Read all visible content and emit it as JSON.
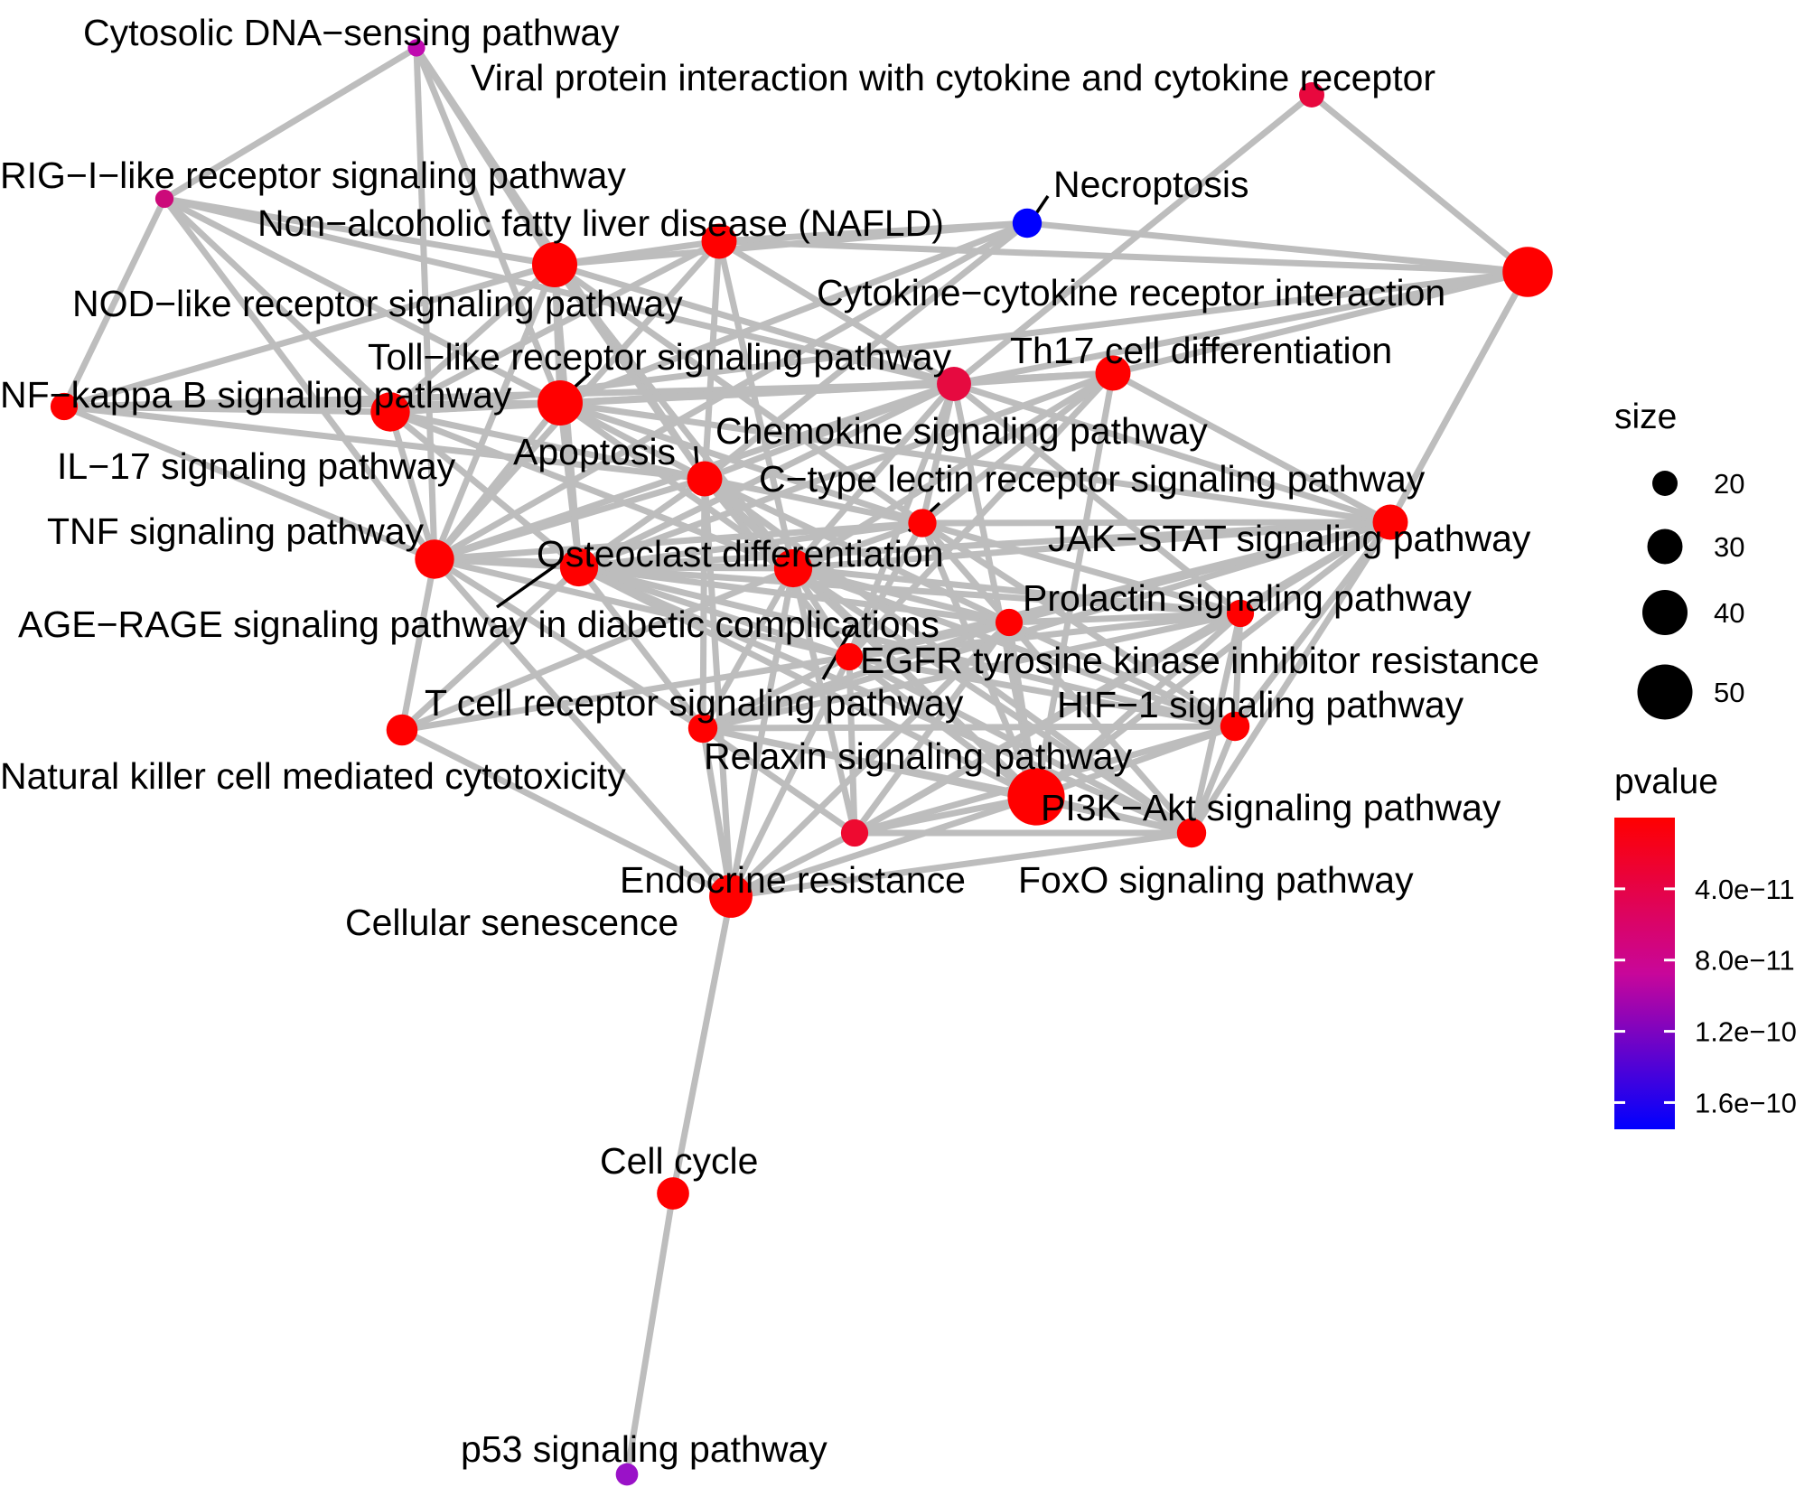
{
  "nodes": [
    {
      "id": "cyto_dna",
      "label": "Cytosolic DNA−sensing pathway",
      "size": 12,
      "color": "#c00ab0"
    },
    {
      "id": "viral",
      "label": "Viral protein interaction with cytokine and cytokine receptor",
      "size": 20,
      "color": "#e8083e"
    },
    {
      "id": "rigi",
      "label": "RIG−I−like receptor signaling pathway",
      "size": 13,
      "color": "#cc0a7a"
    },
    {
      "id": "nafld",
      "label": "Non−alcoholic fatty liver disease (NAFLD)",
      "size": 30,
      "color": "#ff0000"
    },
    {
      "id": "necro",
      "label": "Necroptosis",
      "size": 24,
      "color": "#0000ff"
    },
    {
      "id": "nod",
      "label": "NOD−like receptor signaling pathway",
      "size": 40,
      "color": "#ff0000"
    },
    {
      "id": "cytokine",
      "label": "Cytokine−cytokine receptor interaction",
      "size": 45,
      "color": "#ff0000"
    },
    {
      "id": "toll",
      "label": "Toll−like receptor signaling pathway",
      "size": 40,
      "color": "#ff0000"
    },
    {
      "id": "th17",
      "label": "Th17 cell differentiation",
      "size": 30,
      "color": "#ff0000"
    },
    {
      "id": "nfkb",
      "label": "NF−kappa B signaling pathway",
      "size": 22,
      "color": "#ff0000"
    },
    {
      "id": "chemokine",
      "label": "Chemokine signaling pathway",
      "size": 29,
      "color": "#e60a40"
    },
    {
      "id": "il17",
      "label": "IL−17 signaling pathway",
      "size": 34,
      "color": "#ff0000"
    },
    {
      "id": "apoptosis",
      "label": "Apoptosis",
      "size": 30,
      "color": "#ff0000"
    },
    {
      "id": "ctype",
      "label": "C−type lectin receptor signaling pathway",
      "size": 23,
      "color": "#ff0000"
    },
    {
      "id": "tnf",
      "label": "TNF signaling pathway",
      "size": 34,
      "color": "#ff0000"
    },
    {
      "id": "jakstat",
      "label": "JAK−STAT signaling pathway",
      "size": 30,
      "color": "#ff0000"
    },
    {
      "id": "osteo",
      "label": "Osteoclast differentiation",
      "size": 33,
      "color": "#ff0000"
    },
    {
      "id": "agerage",
      "label": "AGE−RAGE signaling pathway in diabetic complications",
      "size": 33,
      "color": "#ff0000"
    },
    {
      "id": "prolactin",
      "label": "Prolactin signaling pathway",
      "size": 22,
      "color": "#ff0000"
    },
    {
      "id": "egfr",
      "label": "EGFR tyrosine kinase inhibitor resistance",
      "size": 22,
      "color": "#ff0000"
    },
    {
      "id": "tcell",
      "label": "T cell receptor signaling pathway",
      "size": 22,
      "color": "#ff0000"
    },
    {
      "id": "hif1",
      "label": "HIF−1 signaling pathway",
      "size": 24,
      "color": "#ff0000"
    },
    {
      "id": "nk",
      "label": "Natural killer cell mediated cytotoxicity",
      "size": 26,
      "color": "#ff0000"
    },
    {
      "id": "relaxin",
      "label": "Relaxin signaling pathway",
      "size": 24,
      "color": "#ff0000"
    },
    {
      "id": "pi3k",
      "label": "PI3K−Akt signaling pathway",
      "size": 52,
      "color": "#ff0000"
    },
    {
      "id": "endocrine",
      "label": "Endocrine resistance",
      "size": 22,
      "color": "#ee0a30"
    },
    {
      "id": "foxo",
      "label": "FoxO signaling pathway",
      "size": 24,
      "color": "#ff0000"
    },
    {
      "id": "senescence",
      "label": "Cellular senescence",
      "size": 38,
      "color": "#ff0000"
    },
    {
      "id": "cellcycle",
      "label": "Cell cycle",
      "size": 27,
      "color": "#ff0000"
    },
    {
      "id": "p53",
      "label": "p53 signaling pathway",
      "size": 17,
      "color": "#9a12c8"
    }
  ],
  "edges": [
    [
      "cyto_dna",
      "rigi"
    ],
    [
      "cyto_dna",
      "nod"
    ],
    [
      "cyto_dna",
      "toll"
    ],
    [
      "cyto_dna",
      "apoptosis"
    ],
    [
      "cyto_dna",
      "tnf"
    ],
    [
      "rigi",
      "nfkb"
    ],
    [
      "rigi",
      "nod"
    ],
    [
      "rigi",
      "toll"
    ],
    [
      "rigi",
      "il17"
    ],
    [
      "rigi",
      "tnf"
    ],
    [
      "rigi",
      "chemokine"
    ],
    [
      "viral",
      "cytokine"
    ],
    [
      "viral",
      "chemokine"
    ],
    [
      "cytokine",
      "nafld"
    ],
    [
      "cytokine",
      "th17"
    ],
    [
      "cytokine",
      "jakstat"
    ],
    [
      "cytokine",
      "il17"
    ],
    [
      "cytokine",
      "chemokine"
    ],
    [
      "necro",
      "nafld"
    ],
    [
      "necro",
      "nod"
    ],
    [
      "necro",
      "toll"
    ],
    [
      "necro",
      "tnf"
    ],
    [
      "necro",
      "apoptosis"
    ],
    [
      "necro",
      "cytokine"
    ],
    [
      "nafld",
      "nod"
    ],
    [
      "nafld",
      "tnf"
    ],
    [
      "nafld",
      "apoptosis"
    ],
    [
      "nafld",
      "il17"
    ],
    [
      "nafld",
      "agerage"
    ],
    [
      "nafld",
      "chemokine"
    ],
    [
      "nfkb",
      "nod"
    ],
    [
      "nfkb",
      "toll"
    ],
    [
      "nfkb",
      "il17"
    ],
    [
      "nfkb",
      "tnf"
    ],
    [
      "nfkb",
      "chemokine"
    ],
    [
      "nfkb",
      "apoptosis"
    ],
    [
      "nod",
      "toll"
    ],
    [
      "nod",
      "il17"
    ],
    [
      "nod",
      "tnf"
    ],
    [
      "nod",
      "apoptosis"
    ],
    [
      "nod",
      "osteo"
    ],
    [
      "nod",
      "agerage"
    ],
    [
      "nod",
      "chemokine"
    ],
    [
      "nod",
      "ctype"
    ],
    [
      "toll",
      "il17"
    ],
    [
      "toll",
      "tnf"
    ],
    [
      "toll",
      "apoptosis"
    ],
    [
      "toll",
      "chemokine"
    ],
    [
      "toll",
      "ctype"
    ],
    [
      "toll",
      "osteo"
    ],
    [
      "toll",
      "agerage"
    ],
    [
      "toll",
      "th17"
    ],
    [
      "toll",
      "jakstat"
    ],
    [
      "il17",
      "tnf"
    ],
    [
      "il17",
      "apoptosis"
    ],
    [
      "il17",
      "chemokine"
    ],
    [
      "il17",
      "osteo"
    ],
    [
      "il17",
      "agerage"
    ],
    [
      "il17",
      "th17"
    ],
    [
      "tnf",
      "osteo"
    ],
    [
      "tnf",
      "agerage"
    ],
    [
      "tnf",
      "apoptosis"
    ],
    [
      "tnf",
      "chemokine"
    ],
    [
      "tnf",
      "ctype"
    ],
    [
      "tnf",
      "nk"
    ],
    [
      "tnf",
      "senescence"
    ],
    [
      "tnf",
      "relaxin"
    ],
    [
      "tnf",
      "tcell"
    ],
    [
      "chemokine",
      "th17"
    ],
    [
      "chemokine",
      "jakstat"
    ],
    [
      "chemokine",
      "ctype"
    ],
    [
      "chemokine",
      "osteo"
    ],
    [
      "chemokine",
      "agerage"
    ],
    [
      "chemokine",
      "apoptosis"
    ],
    [
      "chemokine",
      "tcell"
    ],
    [
      "chemokine",
      "pi3k"
    ],
    [
      "chemokine",
      "prolactin"
    ],
    [
      "th17",
      "jakstat"
    ],
    [
      "th17",
      "ctype"
    ],
    [
      "th17",
      "osteo"
    ],
    [
      "th17",
      "tcell"
    ],
    [
      "th17",
      "agerage"
    ],
    [
      "th17",
      "pi3k"
    ],
    [
      "apoptosis",
      "osteo"
    ],
    [
      "apoptosis",
      "agerage"
    ],
    [
      "apoptosis",
      "ctype"
    ],
    [
      "apoptosis",
      "pi3k"
    ],
    [
      "apoptosis",
      "egfr"
    ],
    [
      "apoptosis",
      "foxo"
    ],
    [
      "apoptosis",
      "senescence"
    ],
    [
      "apoptosis",
      "tcell"
    ],
    [
      "apoptosis",
      "relaxin"
    ],
    [
      "ctype",
      "osteo"
    ],
    [
      "ctype",
      "agerage"
    ],
    [
      "ctype",
      "jakstat"
    ],
    [
      "ctype",
      "tcell"
    ],
    [
      "ctype",
      "prolactin"
    ],
    [
      "ctype",
      "pi3k"
    ],
    [
      "ctype",
      "egfr"
    ],
    [
      "ctype",
      "hif1"
    ],
    [
      "osteo",
      "agerage"
    ],
    [
      "osteo",
      "tcell"
    ],
    [
      "osteo",
      "pi3k"
    ],
    [
      "osteo",
      "relaxin"
    ],
    [
      "osteo",
      "egfr"
    ],
    [
      "osteo",
      "prolactin"
    ],
    [
      "osteo",
      "jakstat"
    ],
    [
      "osteo",
      "hif1"
    ],
    [
      "osteo",
      "foxo"
    ],
    [
      "agerage",
      "tcell"
    ],
    [
      "agerage",
      "egfr"
    ],
    [
      "agerage",
      "pi3k"
    ],
    [
      "agerage",
      "relaxin"
    ],
    [
      "agerage",
      "hif1"
    ],
    [
      "agerage",
      "foxo"
    ],
    [
      "agerage",
      "senescence"
    ],
    [
      "agerage",
      "prolactin"
    ],
    [
      "agerage",
      "endocrine"
    ],
    [
      "agerage",
      "jakstat"
    ],
    [
      "agerage",
      "nk"
    ],
    [
      "jakstat",
      "prolactin"
    ],
    [
      "jakstat",
      "egfr"
    ],
    [
      "jakstat",
      "hif1"
    ],
    [
      "jakstat",
      "pi3k"
    ],
    [
      "jakstat",
      "foxo"
    ],
    [
      "jakstat",
      "tcell"
    ],
    [
      "jakstat",
      "relaxin"
    ],
    [
      "jakstat",
      "endocrine"
    ],
    [
      "jakstat",
      "cytokine"
    ],
    [
      "prolactin",
      "egfr"
    ],
    [
      "prolactin",
      "hif1"
    ],
    [
      "prolactin",
      "pi3k"
    ],
    [
      "prolactin",
      "foxo"
    ],
    [
      "prolactin",
      "relaxin"
    ],
    [
      "prolactin",
      "endocrine"
    ],
    [
      "prolactin",
      "tcell"
    ],
    [
      "egfr",
      "tcell"
    ],
    [
      "egfr",
      "hif1"
    ],
    [
      "egfr",
      "pi3k"
    ],
    [
      "egfr",
      "relaxin"
    ],
    [
      "egfr",
      "foxo"
    ],
    [
      "egfr",
      "endocrine"
    ],
    [
      "egfr",
      "senescence"
    ],
    [
      "tcell",
      "nk"
    ],
    [
      "tcell",
      "pi3k"
    ],
    [
      "tcell",
      "relaxin"
    ],
    [
      "tcell",
      "hif1"
    ],
    [
      "tcell",
      "foxo"
    ],
    [
      "tcell",
      "endocrine"
    ],
    [
      "tcell",
      "senescence"
    ],
    [
      "hif1",
      "pi3k"
    ],
    [
      "hif1",
      "foxo"
    ],
    [
      "hif1",
      "relaxin"
    ],
    [
      "hif1",
      "endocrine"
    ],
    [
      "relaxin",
      "pi3k"
    ],
    [
      "relaxin",
      "endocrine"
    ],
    [
      "relaxin",
      "senescence"
    ],
    [
      "relaxin",
      "foxo"
    ],
    [
      "pi3k",
      "foxo"
    ],
    [
      "pi3k",
      "endocrine"
    ],
    [
      "pi3k",
      "senescence"
    ],
    [
      "endocrine",
      "foxo"
    ],
    [
      "endocrine",
      "senescence"
    ],
    [
      "nk",
      "senescence"
    ],
    [
      "nk",
      "osteo"
    ],
    [
      "senescence",
      "cellcycle"
    ],
    [
      "senescence",
      "foxo"
    ],
    [
      "cellcycle",
      "p53"
    ]
  ],
  "legend": {
    "size_title": "size",
    "size_items": [
      {
        "label": "20",
        "size": 20
      },
      {
        "label": "30",
        "size": 30
      },
      {
        "label": "40",
        "size": 40
      },
      {
        "label": "50",
        "size": 50
      }
    ],
    "color_title": "pvalue",
    "color_ticks": [
      {
        "label": "4.0e−11",
        "value": 4e-11
      },
      {
        "label": "8.0e−11",
        "value": 8e-11
      },
      {
        "label": "1.2e−10",
        "value": 1.2e-10
      },
      {
        "label": "1.6e−10",
        "value": 1.6e-10
      }
    ],
    "color_range": [
      0,
      1.75e-10
    ],
    "color_low": "#ff0000",
    "color_mid": "#c8069a",
    "color_high": "#0000ff"
  }
}
